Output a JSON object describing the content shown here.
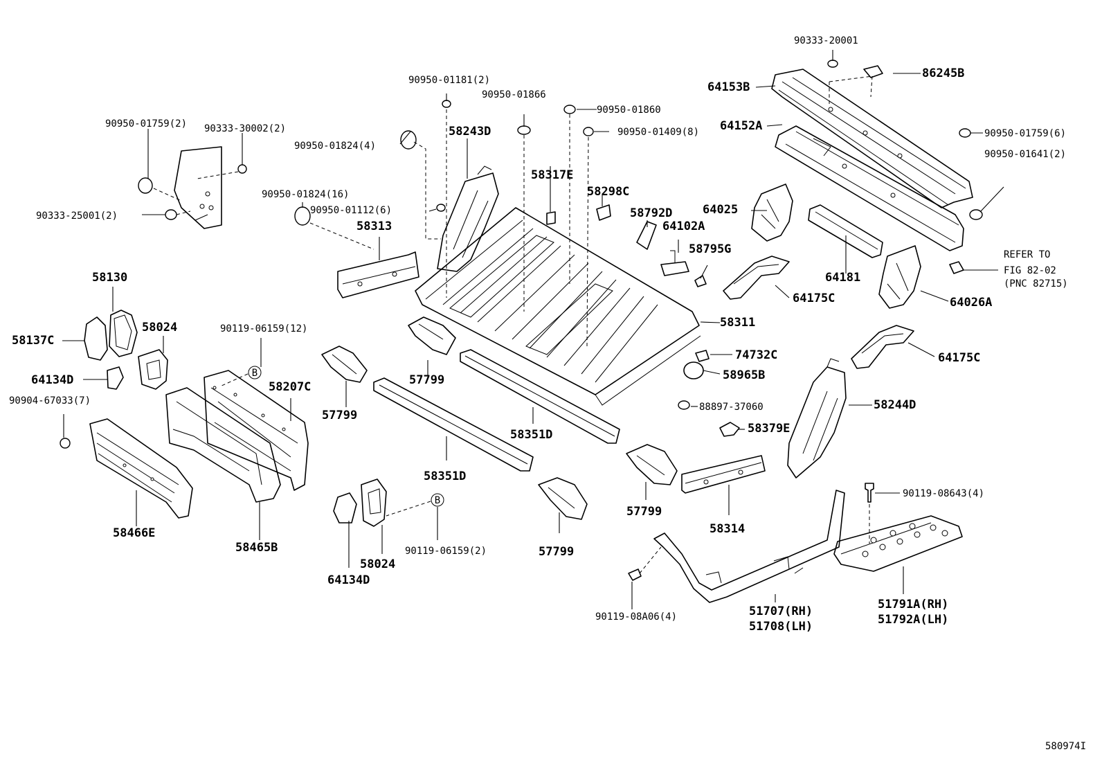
{
  "diagram_id": "580974I",
  "refer": {
    "line1": "REFER TO",
    "line2": "FIG 82-02",
    "line3": "(PNC 82715)"
  },
  "callout_letter": "B",
  "labels": {
    "p90333_20001": "90333-20001",
    "p86245B": "86245B",
    "p64153B": "64153B",
    "p90950_01759_6": "90950-01759(6)",
    "p64152A": "64152A",
    "p90950_01641_2": "90950-01641(2)",
    "p64025": "64025",
    "p64102A": "64102A",
    "p58795G": "58795G",
    "p64181": "64181",
    "p64175C_a": "64175C",
    "p64026A": "64026A",
    "p64175C_b": "64175C",
    "p58311": "58311",
    "p74732C": "74732C",
    "p58965B": "58965B",
    "p88897_37060": "88897-37060",
    "p58379E": "58379E",
    "p58244D": "58244D",
    "p90950_01181_2": "90950-01181(2)",
    "p90950_01866": "90950-01866",
    "p90950_01860": "90950-01860",
    "p90950_01409_8": "90950-01409(8)",
    "p58243D": "58243D",
    "p58317E": "58317E",
    "p58298C": "58298C",
    "p58792D": "58792D",
    "p90950_01759_2": "90950-01759(2)",
    "p90333_30002_2": "90333-30002(2)",
    "p90950_01824_4": "90950-01824(4)",
    "p90950_01824_16": "90950-01824(16)",
    "p90950_01112_6": "90950-01112(6)",
    "p90333_25001_2": "90333-25001(2)",
    "p58313": "58313",
    "p58130": "58130",
    "p58137C": "58137C",
    "p58024_a": "58024",
    "p64134D_a": "64134D",
    "p90119_06159_12": "90119-06159(12)",
    "p58207C": "58207C",
    "p90904_67033_7": "90904-67033(7)",
    "p58466E": "58466E",
    "p58465B": "58465B",
    "p57799_a": "57799",
    "p57799_b": "57799",
    "p57799_c": "57799",
    "p57799_d": "57799",
    "p58351D_a": "58351D",
    "p58351D_b": "58351D",
    "p58314": "58314",
    "p64134D_b": "64134D",
    "p58024_b": "58024",
    "p90119_06159_2": "90119-06159(2)",
    "p90119_08643_4": "90119-08643(4)",
    "p90119_08A06_4": "90119-08A06(4)",
    "p51707_RH": "51707(RH)",
    "p51708_LH": "51708(LH)",
    "p51791A_RH": "51791A(RH)",
    "p51792A_LH": "51792A(LH)"
  }
}
